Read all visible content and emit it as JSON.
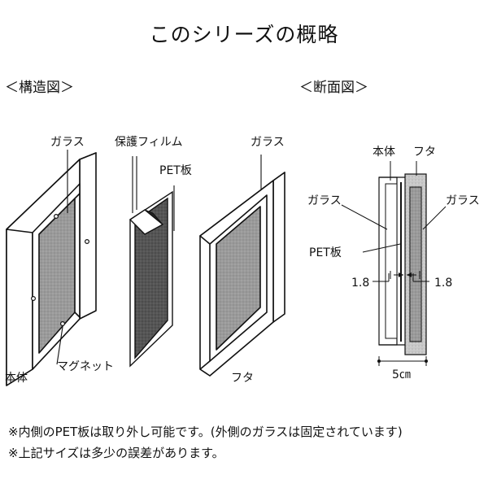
{
  "title": "このシリーズの概略",
  "structure": {
    "heading": "＜構造図＞",
    "body": {
      "glass_label": "ガラス",
      "body_label": "本体",
      "magnet_label": "マグネット"
    },
    "film": {
      "film_label": "保護フィルム",
      "pet_label": "PET板"
    },
    "lid": {
      "glass_label": "ガラス",
      "lid_label": "フタ"
    }
  },
  "cross_section": {
    "heading": "＜断面図＞",
    "body_label": "本体",
    "lid_label": "フタ",
    "glass_left_label": "ガラス",
    "glass_right_label": "ガラス",
    "pet_label": "PET板",
    "gap_left": "1.8",
    "gap_right": "1.8",
    "depth": "5㎝"
  },
  "notes": [
    "※内側のPET板は取り外し可能です。(外側のガラスは固定されています)",
    "※上記サイズは多少の誤差があります。"
  ]
}
